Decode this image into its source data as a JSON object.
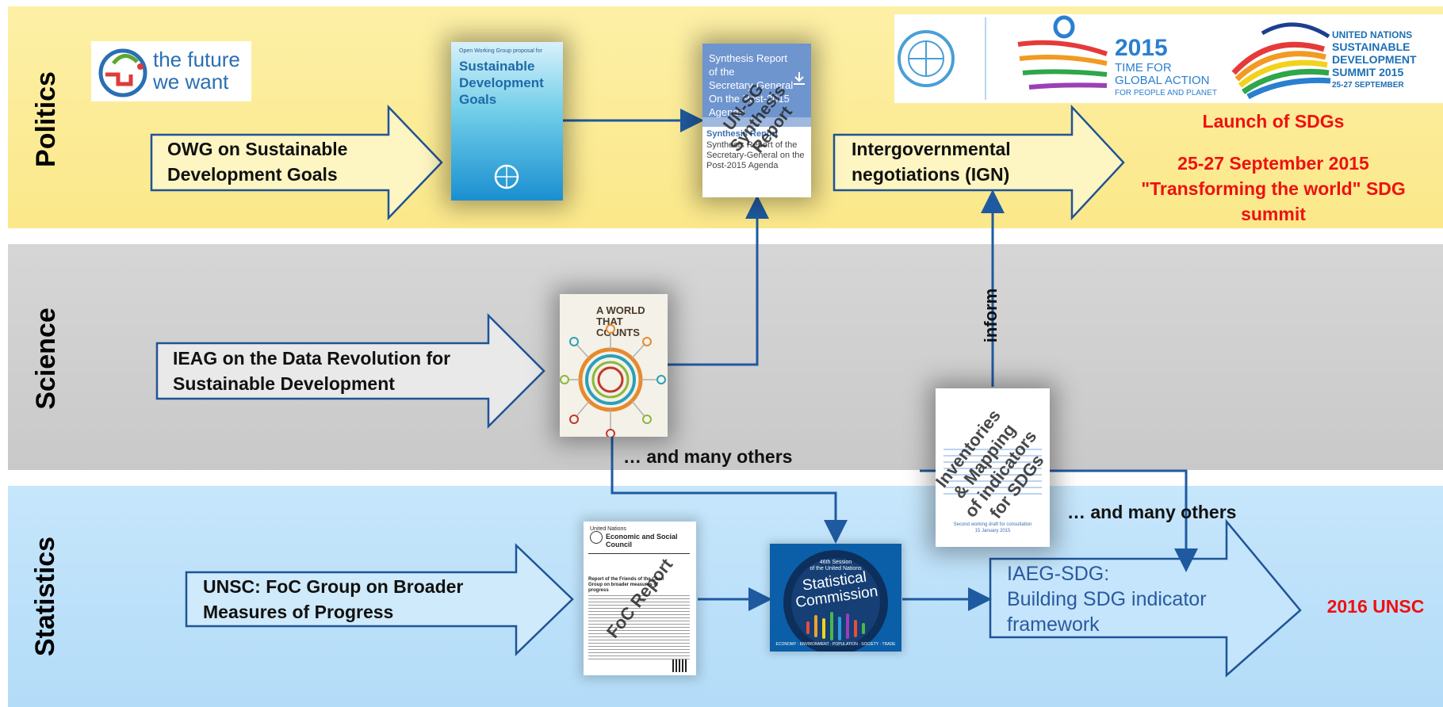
{
  "bands": {
    "politics": "Politics",
    "science": "Science",
    "statistics": "Statistics"
  },
  "logos": {
    "future_we_want_line1": "the future",
    "future_we_want_line2": "we want",
    "time_for_action_year": "2015",
    "time_for_action_line1": "TIME FOR",
    "time_for_action_line2": "GLOBAL ACTION",
    "time_for_action_line3": "FOR PEOPLE AND PLANET",
    "summit_line1": "UNITED NATIONS",
    "summit_line2": "SUSTAINABLE",
    "summit_line3": "DEVELOPMENT",
    "summit_line4": "SUMMIT 2015",
    "summit_line5": "25-27 SEPTEMBER"
  },
  "arrows": {
    "owg_line1": "OWG on Sustainable",
    "owg_line2": "Development Goals",
    "ign_line1": "Intergovernmental",
    "ign_line2": "negotiations (IGN)",
    "ieag_line1": "IEAG on the Data Revolution for",
    "ieag_line2": "Sustainable Development",
    "unsc_line1": "UNSC: FoC Group on Broader",
    "unsc_line2": "Measures of Progress",
    "iaeg_line1": "IAEG-SDG:",
    "iaeg_line2": "Building SDG indicator",
    "iaeg_line3": "framework"
  },
  "covers": {
    "sdg_small": "Open Working Group proposal for",
    "sdg_title1": "Sustainable",
    "sdg_title2": "Development",
    "sdg_title3": "Goals",
    "synth_header1": "Synthesis Report",
    "synth_header2": "of the",
    "synth_header3": "Secretary-General",
    "synth_header4": "On the Post-2015 Agenda",
    "synth_sub": "Synthesis Report",
    "synth_body1": "Synthesis Report of the",
    "synth_body2": "Secretary-General on the",
    "synth_body3": "Post-2015 Agenda",
    "synth_overlay1": "UN-SG",
    "synth_overlay2": "Synthesis",
    "synth_overlay3": "Report",
    "awtc_title1": "A WORLD",
    "awtc_title2": "THAT COUNTS",
    "foc_org1": "United Nations",
    "foc_org2": "Economic and Social Council",
    "foc_heading": "Report of the Friends of the Chair Group on broader measures of progress",
    "foc_overlay": "FoC Report",
    "statcom_session1": "46th Session",
    "statcom_session2": "of the United Nations",
    "statcom_title1": "Statistical",
    "statcom_title2": "Commission",
    "statcom_ring": "ECONOMY · ENVIRONMENT · POPULATION · SOCIETY · TRADE",
    "inv_overlay1": "Inventories",
    "inv_overlay2": "& Mapping",
    "inv_overlay3": "of indicators",
    "inv_overlay4": "for SDGs",
    "inv_footer1": "Second working draft for consultation",
    "inv_footer2": "15 January 2015"
  },
  "notes": {
    "inform": "inform",
    "and_many_others_1": "… and many others",
    "and_many_others_2": "… and many others"
  },
  "outcomes": {
    "launch": "Launch of SDGs",
    "summit_line1": "25-27 September 2015",
    "summit_line2": "\"Transforming the world\" SDG",
    "summit_line3": "summit",
    "unsc_2016": "2016 UNSC"
  },
  "colors": {
    "arrow_stroke": "#1f5496",
    "connector": "#1f5aa0",
    "outcome_red": "#ee1111",
    "politics_band": "#fbe88a",
    "science_band": "#cccccc",
    "statistics_band": "#b8def9"
  }
}
